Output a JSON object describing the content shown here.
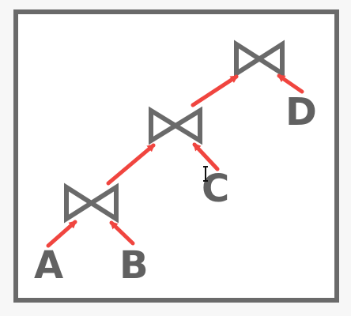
{
  "diagram": {
    "join_symbol": "bowtie-join-icon",
    "colors": {
      "frame": "#6a6a6a",
      "join": "#6a6a6a",
      "edge": "#f0453f",
      "leaf_text": "#616161",
      "background": "#ffffff"
    },
    "leaves": {
      "a": "A",
      "b": "B",
      "c": "C",
      "d": "D"
    }
  }
}
